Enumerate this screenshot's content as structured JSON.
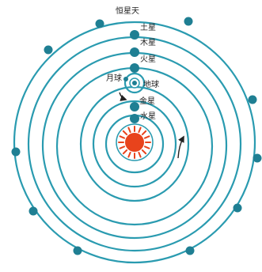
{
  "colors": {
    "orbit": "#2a9bb0",
    "planet": "#1f7f93",
    "sun_core": "#e8431c",
    "sun_rays": "#e8431c",
    "sun_ring": "#2a9bb0",
    "arrow": "#222222",
    "label": "#222222"
  },
  "labels": {
    "fixed_stars": "恒星天",
    "saturn": "土星",
    "jupiter": "木星",
    "mars": "火星",
    "moon": "月球",
    "earth": "地球",
    "venus": "金星",
    "mercury": "水星"
  }
}
